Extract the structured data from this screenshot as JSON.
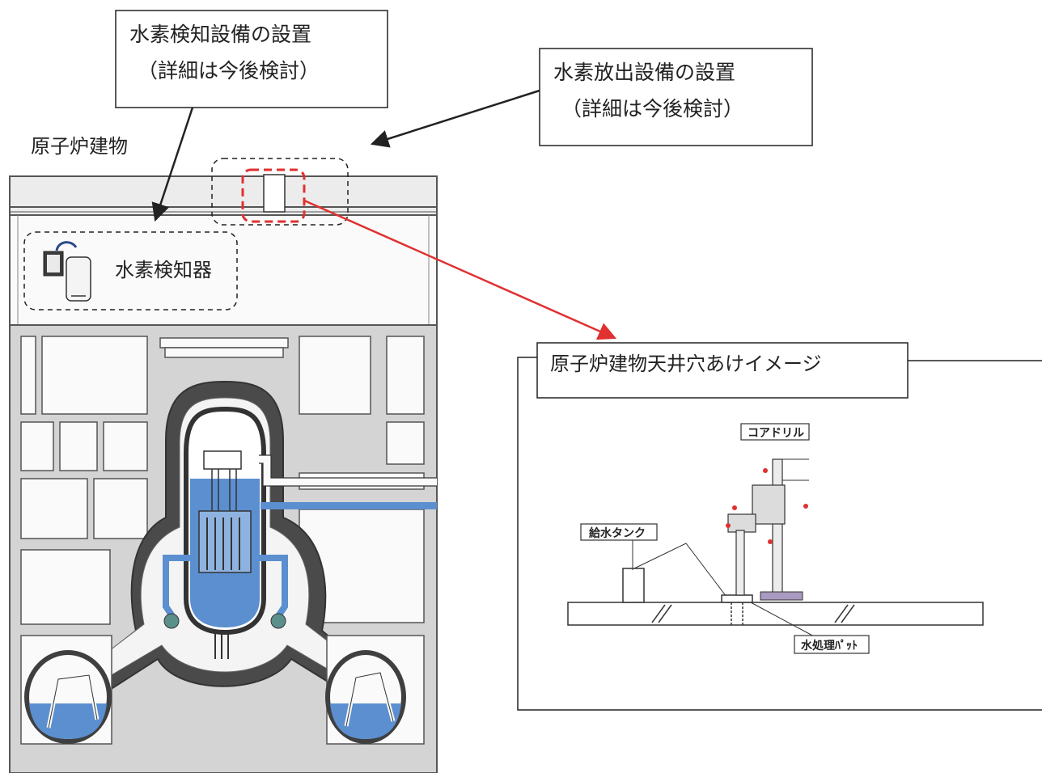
{
  "callouts": {
    "detection_equipment": {
      "line1": "水素検知設備の設置",
      "line2": "（詳細は今後検討）"
    },
    "release_equipment": {
      "line1": "水素放出設備の設置",
      "line2": "（詳細は今後検討）"
    }
  },
  "labels": {
    "reactor_building": "原子炉建物",
    "hydrogen_detector": "水素検知器"
  },
  "inset": {
    "title": "原子炉建物天井穴あけイメージ",
    "core_drill": "コアドリル",
    "water_tank": "給水タンク",
    "water_pad": "水処理ﾊﾟｯﾄ"
  },
  "colors": {
    "water_blue": "#5b8fd0",
    "building_gray": "#d4d4d4",
    "red_arrow": "#e03030",
    "outline": "#222222"
  }
}
